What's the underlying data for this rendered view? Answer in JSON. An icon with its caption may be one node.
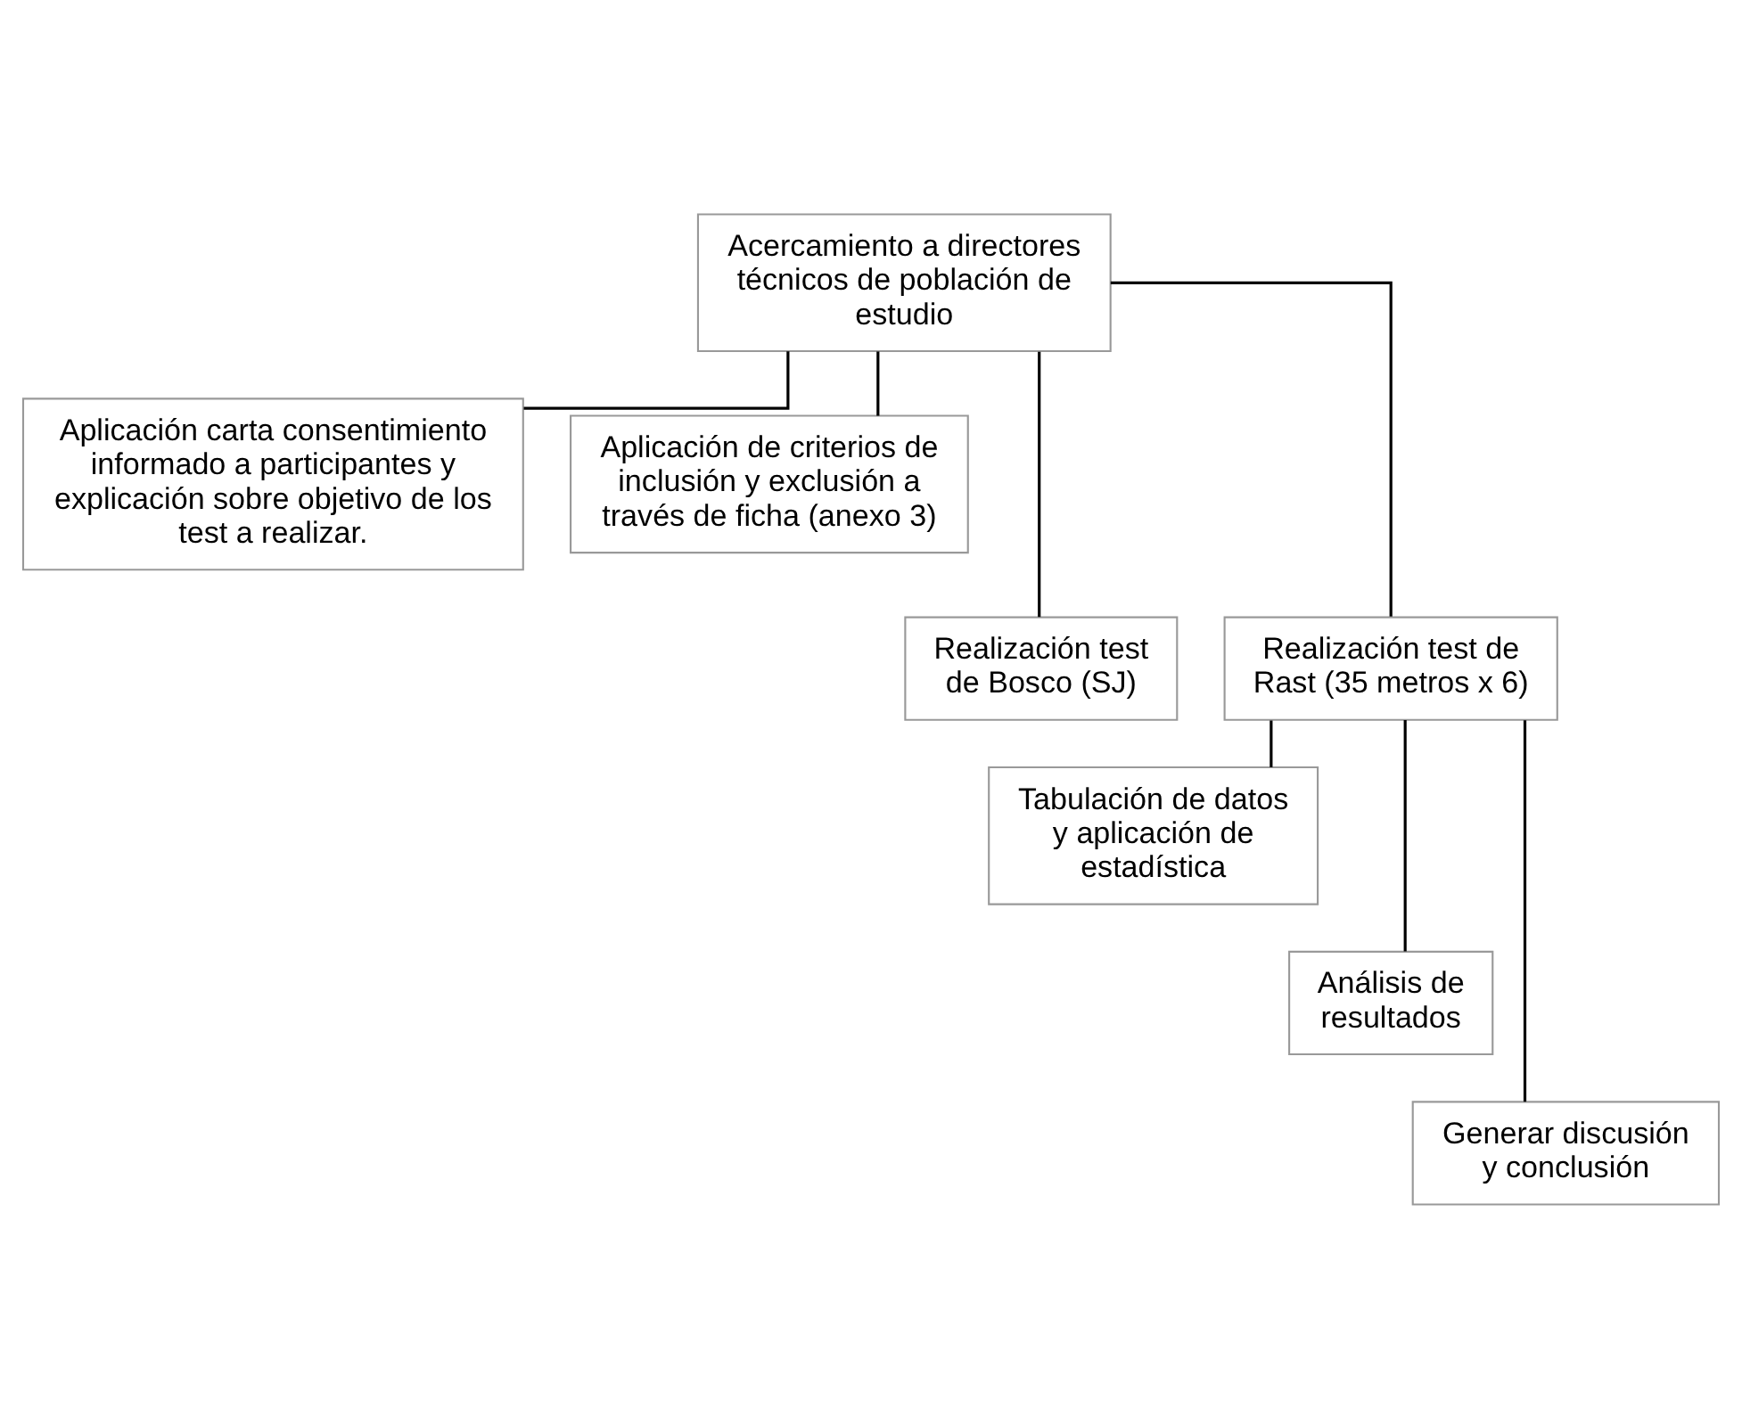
{
  "diagram": {
    "nodes": [
      {
        "text": [
          "Acercamiento a directores técnicos de población de estudio"
        ]
      },
      {
        "text": [
          "Aplicación carta consentimiento informado a participantes y explicación sobre objetivo de los test a realizar."
        ]
      },
      {
        "text": [
          "Aplicación de criterios de inclusión y exclusión a través de ficha (anexo 3)"
        ]
      },
      {
        "text": [
          "Realización test de Bosco (SJ)"
        ]
      },
      {
        "text": [
          "Realización test de Rast (35 metros x 6)"
        ]
      },
      {
        "text": [
          "Tabulación de datos y aplicación de estadística"
        ]
      },
      {
        "text": [
          "Análisis de resultados"
        ]
      },
      {
        "text": [
          "Generar discusión y conclusión"
        ]
      }
    ],
    "edges": [
      {
        "from": 0,
        "to": 1,
        "arrow": "none"
      },
      {
        "from": 0,
        "to": 2,
        "arrow": "none"
      },
      {
        "from": 0,
        "to": 3,
        "arrow": "none"
      },
      {
        "from": 0,
        "to": 4,
        "arrow": "none"
      },
      {
        "from": 4,
        "to": 5,
        "arrow": "none"
      },
      {
        "from": 4,
        "to": 6,
        "arrow": "none"
      },
      {
        "from": 4,
        "to": 7,
        "arrow": "none"
      }
    ]
  }
}
